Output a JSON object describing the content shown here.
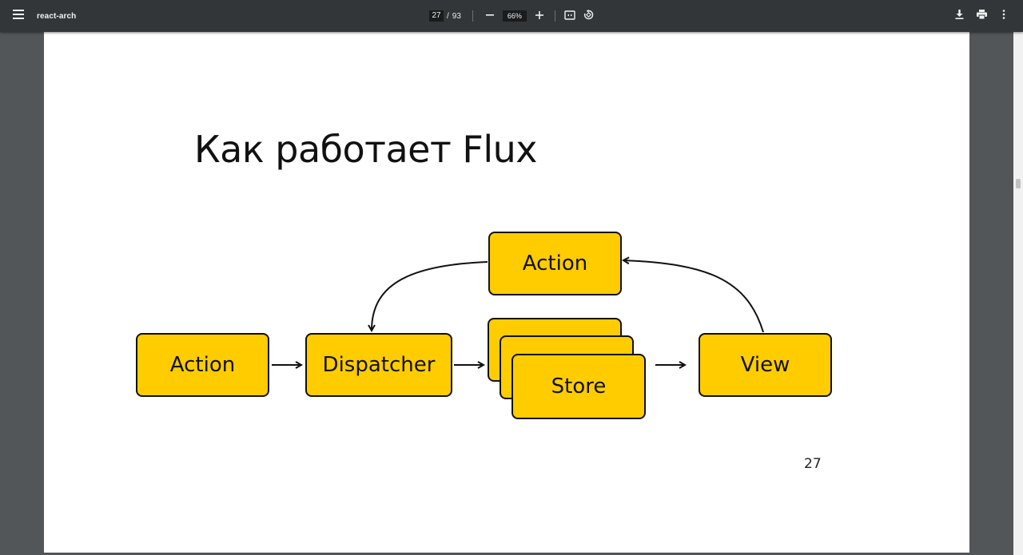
{
  "toolbar": {
    "title": "react-arch",
    "current_page": "27",
    "page_sep": "/",
    "total_pages": "93",
    "zoom": "66%",
    "icons": [
      "menu-icon",
      "zoom-out-icon",
      "zoom-in-icon",
      "fit-page-icon",
      "rotate-icon",
      "download-icon",
      "print-icon",
      "more-options-icon"
    ]
  },
  "slide": {
    "title": "Как работает Flux",
    "boxes": {
      "action_left": "Action",
      "dispatcher": "Dispatcher",
      "action_top": "Action",
      "store": "Store",
      "view": "View"
    },
    "page_number": "27",
    "box_color": "#ffcc00"
  }
}
